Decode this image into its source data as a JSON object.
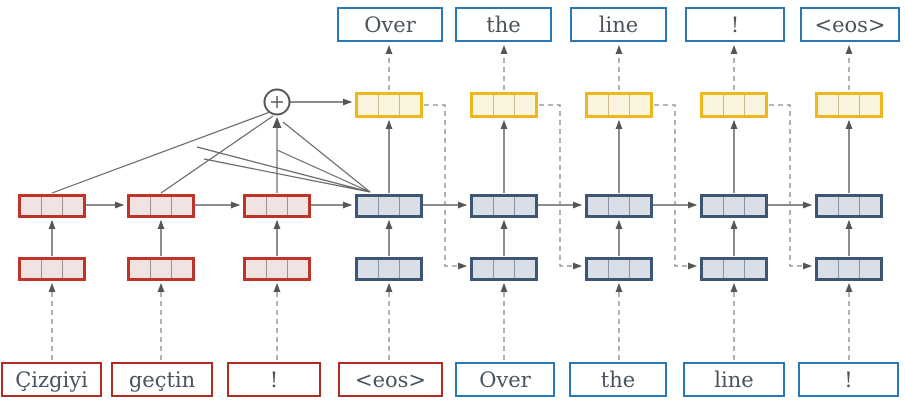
{
  "diagram_type": "seq2seq-attention-network",
  "words": {
    "decoder_outputs": [
      "Over",
      "the",
      "line",
      "!",
      "<eos>"
    ],
    "source_inputs": [
      "Çizgiyi",
      "geçtin",
      "!",
      "<eos>"
    ],
    "target_inputs": [
      "Over",
      "the",
      "line",
      "!"
    ]
  },
  "icons": {
    "attention_sum": "plus-in-circle"
  },
  "colors": {
    "encoder_border": "#bf3329",
    "encoder_fill": "#f2e3e3",
    "decoder_border": "#3d5673",
    "decoder_fill": "#d9dee7",
    "attention_border": "#edb71e",
    "attention_fill": "#fbf4de",
    "output_word_border": "#2878b5",
    "source_word_border": "#af2b24",
    "wire": "#666666",
    "dashed_wire": "#888888",
    "text": "#4a545f"
  }
}
